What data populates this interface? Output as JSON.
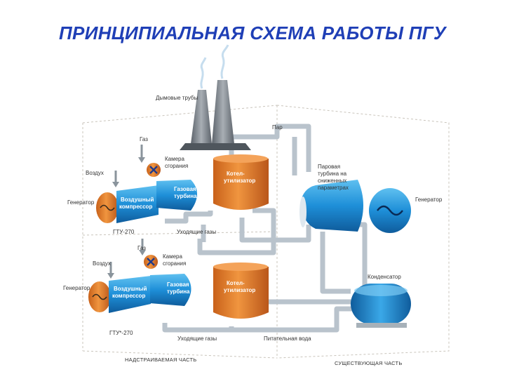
{
  "title": "ПРИНЦИПИАЛЬНАЯ СХЕМА РАБОТЫ ПГУ",
  "labels": {
    "chimneys": "Дымовые трубы",
    "steam": "Пар",
    "gas_top": "Газ",
    "gas_bottom": "Газ",
    "combustion_top_1": "Камера",
    "combustion_top_2": "сгорания",
    "combustion_bottom_1": "Камера",
    "combustion_bottom_2": "сгорания",
    "air_top": "Воздух",
    "air_bottom": "Воздух",
    "generator_top_left": "Генератор",
    "generator_bottom_left": "Генератор",
    "generator_right": "Генератор",
    "compressor_top_1": "Воздушный",
    "compressor_top_2": "компрессор",
    "compressor_bottom_1": "Воздушный",
    "compressor_bottom_2": "компрессор",
    "gas_turbine_top_1": "Газовая",
    "gas_turbine_top_2": "турбина",
    "gas_turbine_bottom_1": "Газовая",
    "gas_turbine_bottom_2": "турбина",
    "boiler_top_1": "Котел-",
    "boiler_top_2": "утилизатор",
    "boiler_bottom_1": "Котел-",
    "boiler_bottom_2": "утилизатор",
    "steam_turbine_1": "Паровая",
    "steam_turbine_2": "турбина на",
    "steam_turbine_3": "сниженных",
    "steam_turbine_4": "параметрах",
    "condenser": "Конденсатор",
    "gtu_top": "ГТУ-270",
    "gtu_bottom": "ГТУ*-270",
    "exhaust_top": "Уходящие газы",
    "exhaust_bottom": "Уходящие газы",
    "feed_water": "Питательная вода",
    "add_on_part": "НАДСТРАИВАЕМАЯ ЧАСТЬ",
    "existing_part": "СУЩЕСТВУЮЩАЯ ЧАСТЬ"
  },
  "colors": {
    "title": "#1f3fb6",
    "boiler": "#e07a2a",
    "turbine_blue": "#1e8fd8",
    "pipe": "#b9c3cc",
    "chimney": "#7f8790",
    "combustion": "#e0782a"
  },
  "icons": {
    "generator": "sine-wave-icon",
    "combustion": "cross-icon"
  }
}
